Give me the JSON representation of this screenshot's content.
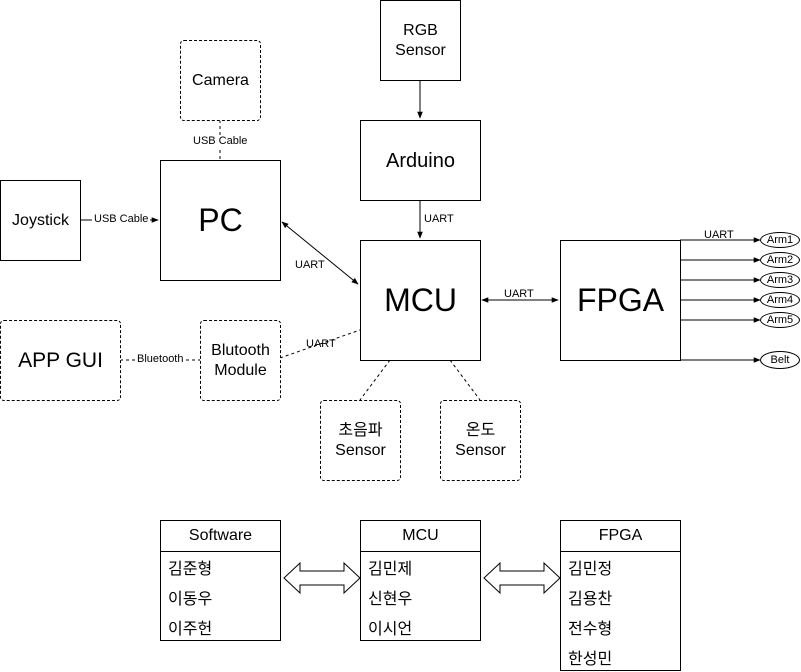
{
  "nodes": {
    "rgb_sensor": "RGB\nSensor",
    "arduino": "Arduino",
    "camera": "Camera",
    "joystick": "Joystick",
    "pc": "PC",
    "mcu": "MCU",
    "fpga": "FPGA",
    "app_gui": "APP GUI",
    "bluetooth_module": "Blutooth\nModule",
    "ultrasonic_sensor": "초음파\nSensor",
    "temp_sensor": "온도\nSensor"
  },
  "edges": {
    "camera_pc": "USB Cable",
    "joystick_pc": "USB Cable",
    "pc_mcu": "UART",
    "arduino_mcu": "UART",
    "mcu_fpga": "UART",
    "fpga_arms": "UART",
    "gui_bluetooth": "Bluetooth",
    "bluetooth_mcu": "UART"
  },
  "outputs": [
    "Arm1",
    "Arm2",
    "Arm3",
    "Arm4",
    "Arm5",
    "Belt"
  ],
  "teams": [
    {
      "title": "Software",
      "members": [
        "김준형",
        "이동우",
        "이주헌"
      ]
    },
    {
      "title": "MCU",
      "members": [
        "김민제",
        "신현우",
        "이시언"
      ]
    },
    {
      "title": "FPGA",
      "members": [
        "김민정",
        "김용찬",
        "전수형",
        "한성민"
      ]
    }
  ]
}
